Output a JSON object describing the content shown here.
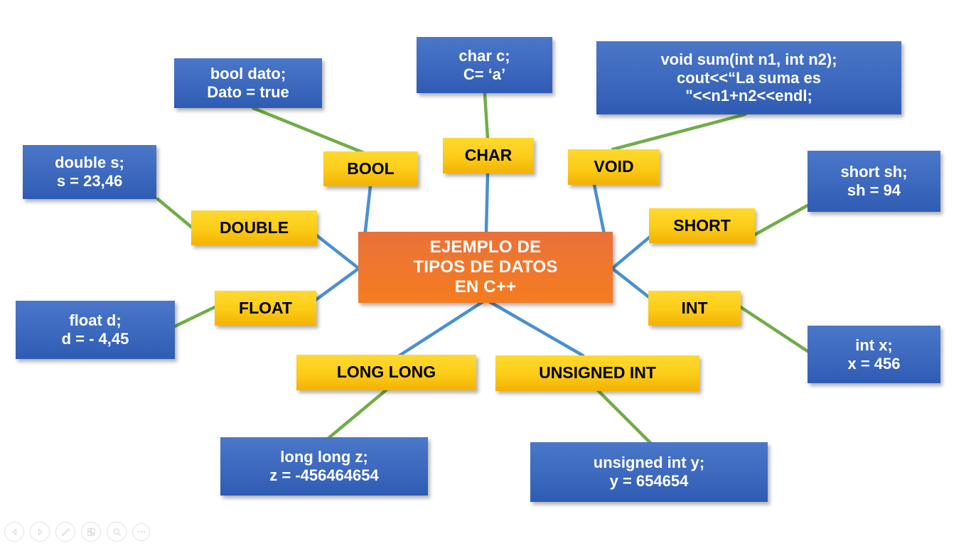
{
  "slide": {
    "background": "#ffffff",
    "center": {
      "label": "EJEMPLO DE\nTIPOS DE DATOS\nEN C++",
      "color": "#ee7630"
    },
    "colors": {
      "center_orange": "#ee7630",
      "type_yellow": "#fccd18",
      "code_blue": "#3f6bc0",
      "connector_blue": "#4a90d0",
      "connector_green": "#70ad47"
    },
    "branches": [
      {
        "type_label": "BOOL",
        "code_label": "bool dato;\nDato = true"
      },
      {
        "type_label": "CHAR",
        "code_label": "char c;\nC= ‘a’"
      },
      {
        "type_label": "VOID",
        "code_label": "void sum(int n1, int n2);\ncout<<“La suma es\n\"<<n1+n2<<endl;"
      },
      {
        "type_label": "DOUBLE",
        "code_label": "double s;\ns = 23,46"
      },
      {
        "type_label": "SHORT",
        "code_label": "short sh;\nsh = 94"
      },
      {
        "type_label": "FLOAT",
        "code_label": "float d;\nd = - 4,45"
      },
      {
        "type_label": "INT",
        "code_label": "int x;\nx = 456"
      },
      {
        "type_label": "LONG LONG",
        "code_label": "long long z;\nz = -456464654"
      },
      {
        "type_label": "UNSIGNED INT",
        "code_label": "unsigned int y;\ny = 654654"
      }
    ]
  },
  "toolbar": {
    "items": [
      {
        "icon": "previous-slide-icon",
        "label": "Previous"
      },
      {
        "icon": "next-slide-icon",
        "label": "Next"
      },
      {
        "icon": "pen-icon",
        "label": "Pen"
      },
      {
        "icon": "slides-grid-icon",
        "label": "Slides"
      },
      {
        "icon": "zoom-icon",
        "label": "Zoom"
      },
      {
        "icon": "more-options-icon",
        "label": "More"
      }
    ]
  }
}
